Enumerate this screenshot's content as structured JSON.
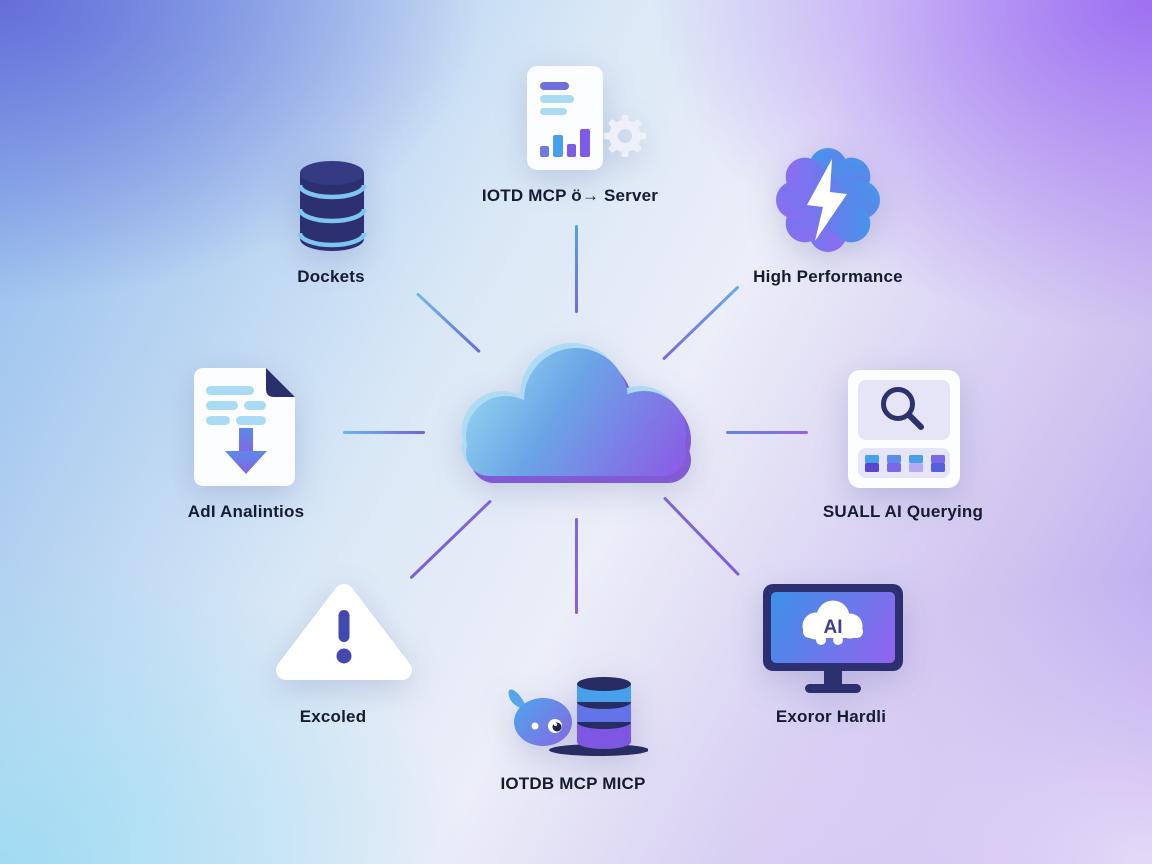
{
  "background": {
    "top_left": "#626ad8",
    "top_right": "#9a6af2",
    "bottom_left": "#9edcf3",
    "bottom_right": "#ebe0f8",
    "center": "#eceef8"
  },
  "palette": {
    "navy": "#2c3070",
    "indigo": "#4348b0",
    "blue": "#49a0ea",
    "purple": "#8a5ee6",
    "light_blue": "#a9dcf4",
    "lavender_panel": "#e6e4f7",
    "line_blue": "#6cb6ee",
    "line_purple": "#7a5fd8",
    "card_white": "#fcfdfe"
  },
  "center_node": {
    "icon": "cloud-icon"
  },
  "monitor_screen_text": "AI",
  "nodes": [
    {
      "id": "mcp-server",
      "label": "IOTD MCP ö→ Server",
      "icon": "document-chart-gear-icon",
      "position": "top-center"
    },
    {
      "id": "high-performance",
      "label": "High Performance",
      "icon": "lightning-gear-icon",
      "position": "top-right"
    },
    {
      "id": "dockets",
      "label": "Dockets",
      "icon": "database-icon",
      "position": "top-left"
    },
    {
      "id": "ai-analytics",
      "label": "AdI Analintios",
      "icon": "document-download-icon",
      "position": "middle-left"
    },
    {
      "id": "sql-ai-querying",
      "label": "SUALL AI Querying",
      "icon": "search-results-icon",
      "position": "middle-right"
    },
    {
      "id": "excoled",
      "label": "Excoled",
      "icon": "warning-triangle-icon",
      "position": "bottom-left"
    },
    {
      "id": "iotdb-mcp",
      "label": "IOTDB MCP MICP",
      "icon": "whale-database-icon",
      "position": "bottom-center"
    },
    {
      "id": "monitor-ai",
      "label": "Exoror Hardli",
      "icon": "ai-monitor-icon",
      "position": "bottom-right"
    }
  ]
}
